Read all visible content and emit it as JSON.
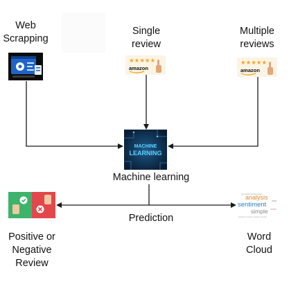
{
  "nodes": {
    "web_scrapping": {
      "label_lines": [
        "Web",
        "Scrapping"
      ],
      "icon": "web-scraping-illustration"
    },
    "single_review": {
      "label_lines": [
        "Single",
        "review"
      ],
      "icon": "amazon-review-stars",
      "logo_text": "amazon"
    },
    "multiple_reviews": {
      "label_lines": [
        "Multiple",
        "reviews"
      ],
      "icon": "amazon-review-stars",
      "logo_text": "amazon"
    },
    "machine_learning": {
      "label": "Machine learning",
      "image_text_lines": [
        "MACHINE",
        "LEARNING"
      ]
    },
    "positive_negative": {
      "label_lines": [
        "Positive or",
        "Negative",
        "Review"
      ],
      "icon": "thumbs-up-thumbs-down"
    },
    "word_cloud": {
      "label_lines": [
        "Word",
        "Cloud"
      ],
      "cloud_words": [
        "analysis",
        "sentiment",
        "simple"
      ]
    }
  },
  "edges": {
    "prediction_label": "Prediction"
  },
  "colors": {
    "arrow": "#1a1a1a",
    "star": "#f5a623",
    "ml_background": "#0c2a4a",
    "ml_text": "#5fd3ff",
    "thumb_green": "#3db36b",
    "thumb_red": "#e2474b",
    "web_blue": "#1e64c8"
  }
}
